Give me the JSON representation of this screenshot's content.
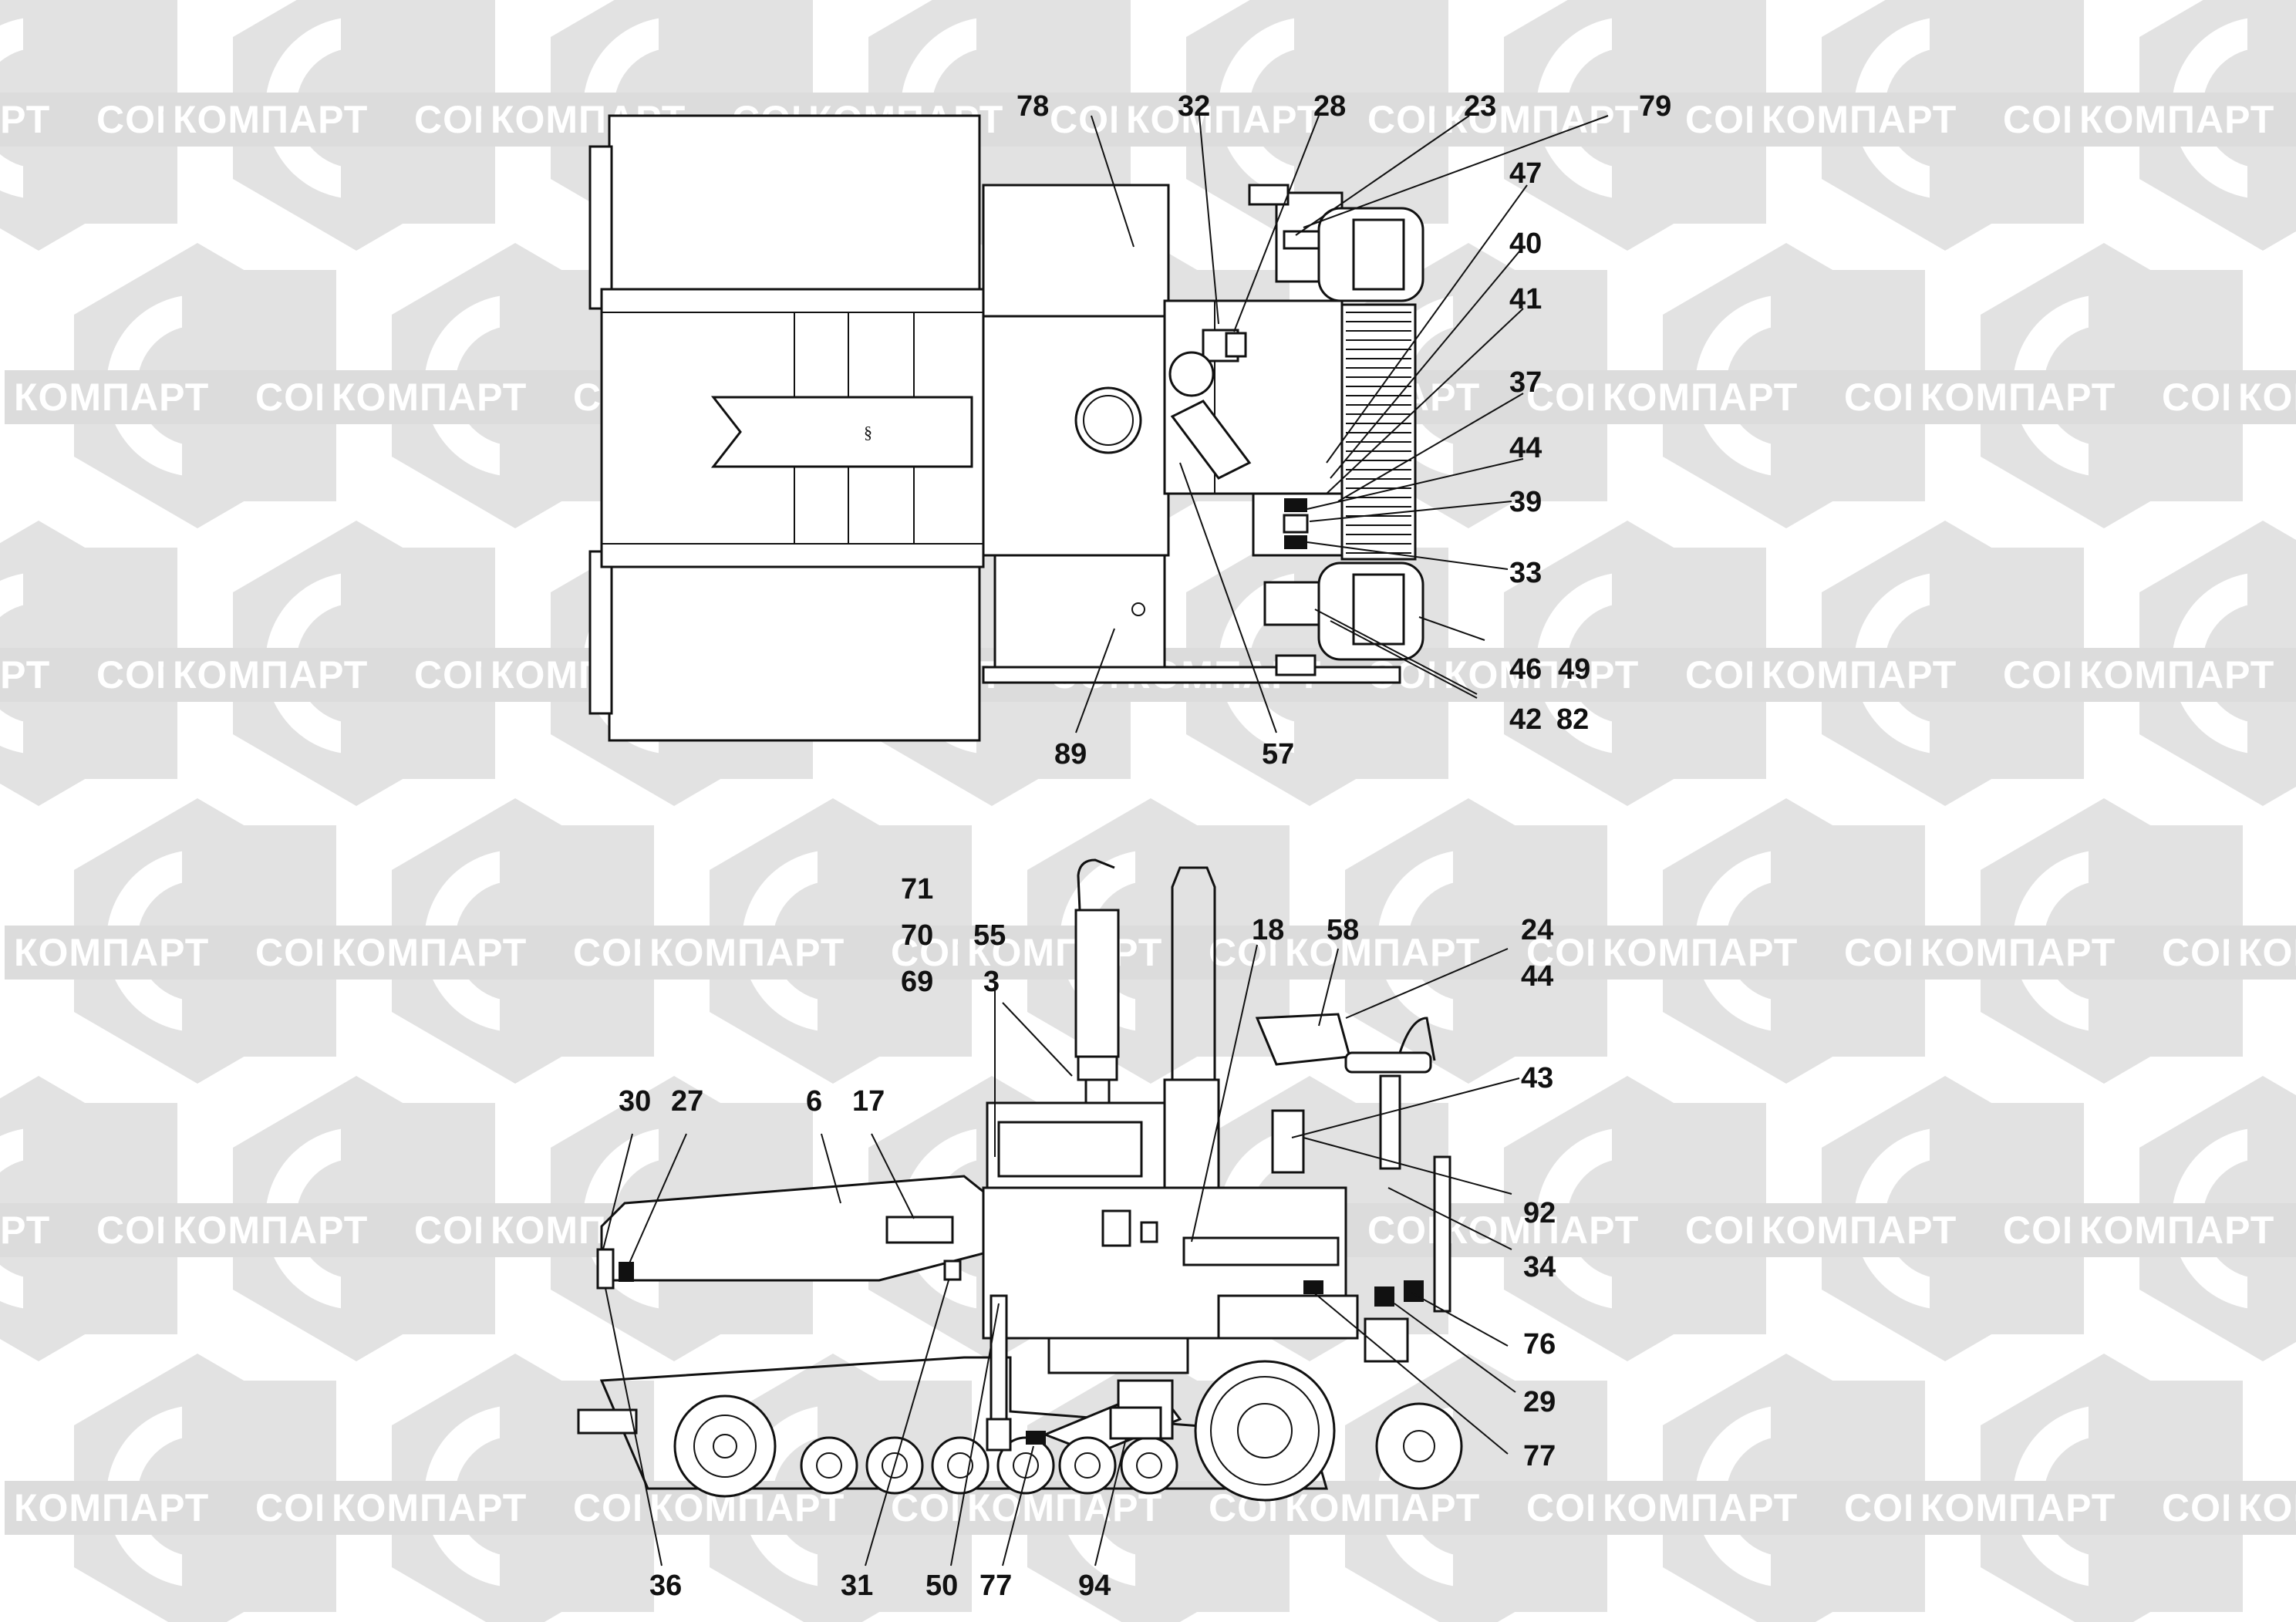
{
  "watermark": {
    "brand_cyrillic": "КОМПАРТ",
    "brand_latin": "COMPART",
    "color": "#e0e0e0"
  },
  "top_view": {
    "section_mark": "§",
    "callouts": [
      "78",
      "32",
      "28",
      "23",
      "79",
      "47",
      "40",
      "41",
      "37",
      "44",
      "39",
      "33",
      "46",
      "49",
      "42",
      "82",
      "89",
      "57"
    ]
  },
  "side_view": {
    "callouts": [
      "71",
      "70",
      "55",
      "69",
      "3",
      "18",
      "58",
      "24",
      "44",
      "43",
      "92",
      "34",
      "76",
      "29",
      "77",
      "30",
      "27",
      "6",
      "17",
      "36",
      "31",
      "50",
      "77",
      "94"
    ]
  }
}
